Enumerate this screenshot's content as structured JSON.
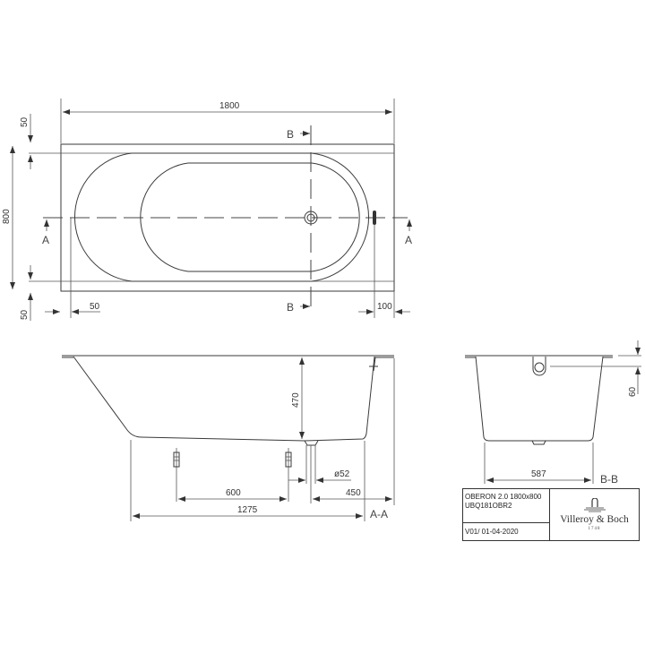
{
  "drawing": {
    "product": "OBERON 2.0 1800x800",
    "article_code": "UBQ181OBR2",
    "version": "V01/ 01-04-2020",
    "brand": "Villeroy & Boch",
    "brand_year": "1748"
  },
  "top_view": {
    "overall_length": "1800",
    "overall_width": "800",
    "rim_top": "50",
    "rim_bottom": "50",
    "rim_left": "50",
    "overflow_offset": "100",
    "section_a": "A",
    "section_b": "B"
  },
  "section_a_a": {
    "label": "A-A",
    "depth": "470",
    "foot_spacing": "600",
    "drain_diameter": "ø52",
    "drain_to_end": "450",
    "base_length": "1275"
  },
  "section_b_b": {
    "label": "B-B",
    "base_width": "587",
    "overflow_depth": "60"
  }
}
